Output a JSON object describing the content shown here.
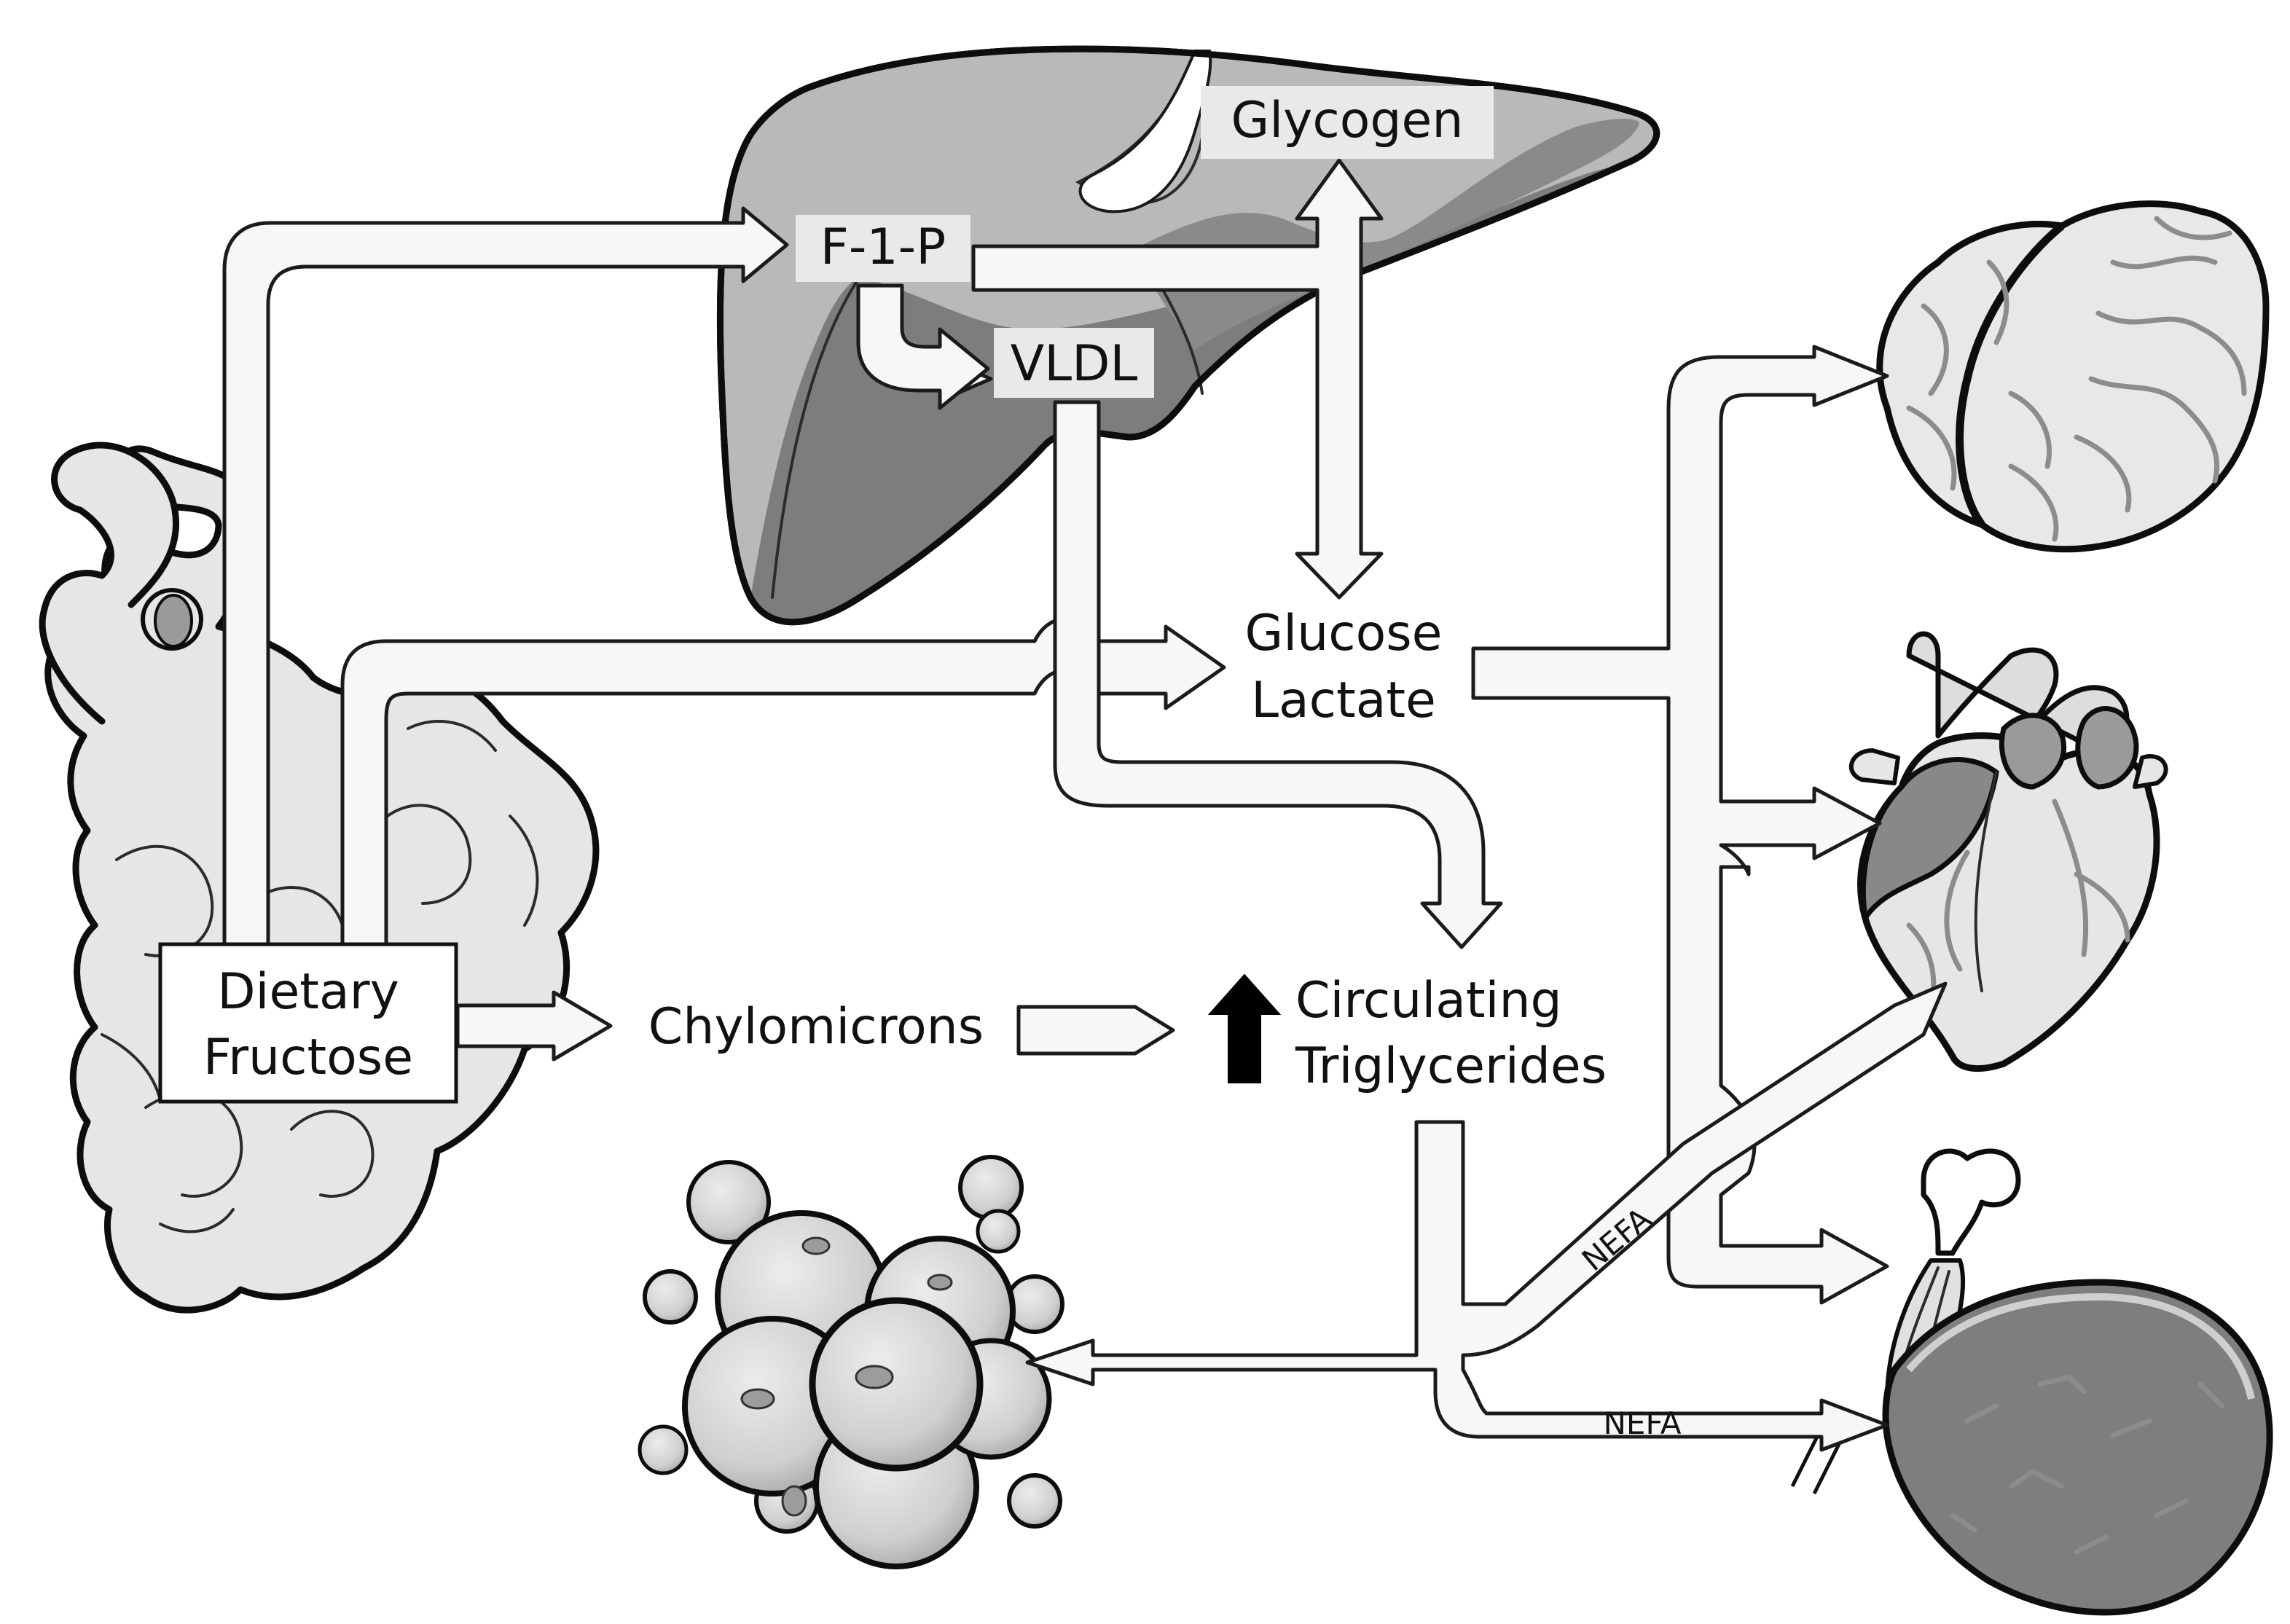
{
  "labels": {
    "glycogen": "Glycogen",
    "f1p": "F-1-P",
    "vldl": "VLDL",
    "glucose": "Glucose",
    "lactate": "Lactate",
    "dietary": "Dietary",
    "fructose": "Fructose",
    "chylomicrons": "Chylomicrons",
    "circulating": "Circulating",
    "triglycerides": "Triglycerides",
    "nefa_upper": "NEFA",
    "nefa_lower": "NEFA"
  },
  "organs": [
    "liver",
    "intestine",
    "brain",
    "heart",
    "skeletal-muscle",
    "adipose-tissue"
  ],
  "colors": {
    "liver_light": "#b9b9b9",
    "liver_dark": "#7d7d7d",
    "organ_fill": "#e6e6e6",
    "arrow_fill": "#f7f7f7",
    "outline": "#111111",
    "increase_arrow": "#000000"
  }
}
